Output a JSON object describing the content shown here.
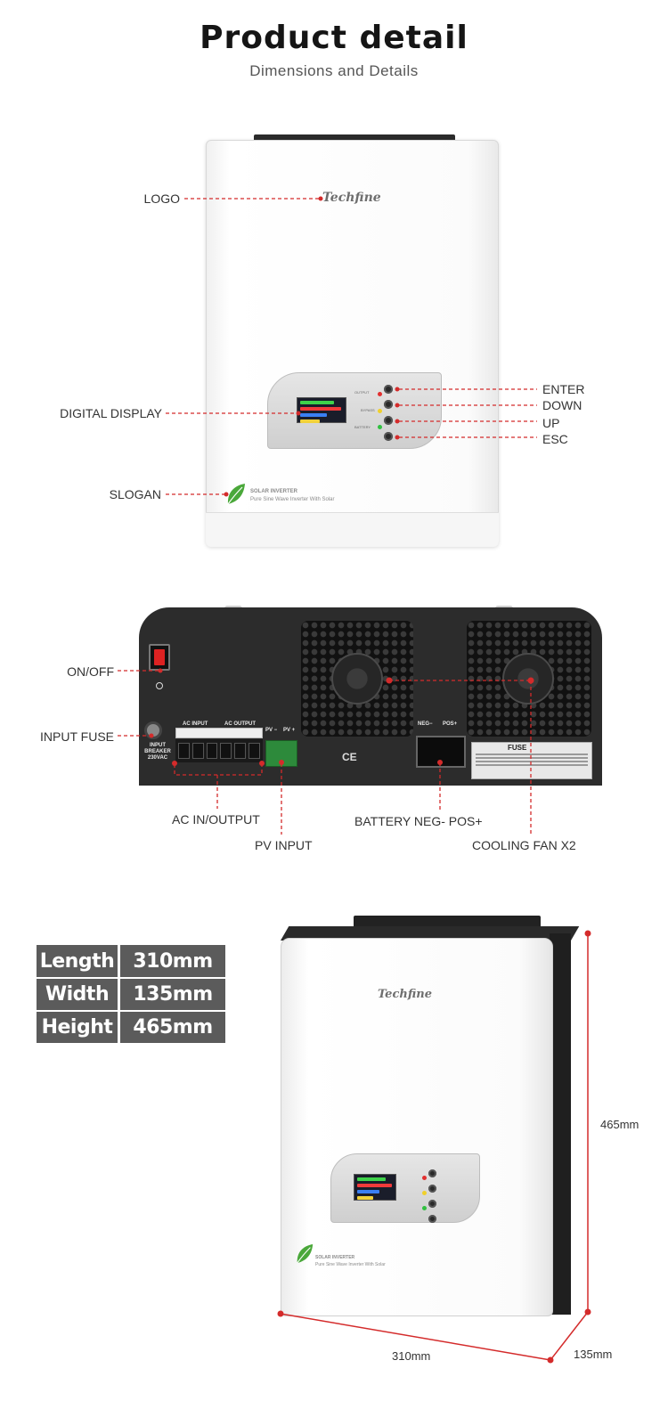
{
  "header": {
    "title": "Product detail",
    "subtitle": "Dimensions and Details"
  },
  "front_view": {
    "brand": "Techfine",
    "slogan_line1": "SOLAR INVERTER",
    "slogan_line2": "Pure Sine Wave Inverter With Solar",
    "indicators": [
      "OUTPUT",
      "BYPASS",
      "BATTERY"
    ],
    "labels": {
      "logo": "LOGO",
      "digital_display": "DIGITAL DISPLAY",
      "slogan": "SLOGAN",
      "enter": "ENTER",
      "down": "DOWN",
      "up": "UP",
      "esc": "ESC"
    }
  },
  "back_view": {
    "panel_text": {
      "ac_input": "AC INPUT",
      "ac_output": "AC OUTPUT",
      "pv_minus": "PV −",
      "pv_plus": "PV +",
      "neg": "NEG−",
      "pos": "POS+",
      "fuse": "FUSE",
      "breaker": "INPUT BREAKER 230VAC",
      "cert": "CE"
    },
    "labels": {
      "on_off": "ON/OFF",
      "input_fuse": "INPUT FUSE",
      "ac_in_output": "AC IN/OUTPUT",
      "pv_input": "PV INPUT",
      "battery": "BATTERY  NEG- POS+",
      "cooling_fan": "COOLING FAN X2"
    }
  },
  "specs": [
    {
      "name": "Length",
      "value": "310mm"
    },
    {
      "name": "Width",
      "value": "135mm"
    },
    {
      "name": "Height",
      "value": "465mm"
    }
  ],
  "dimensions": {
    "height": "465mm",
    "length": "310mm",
    "width": "135mm"
  },
  "colors": {
    "callout_line": "#d42b2b",
    "spec_cell": "#5b5b5b",
    "unit_body": "#ffffff",
    "back_panel": "#2c2c2c",
    "pv_connector": "#2d8a3b"
  }
}
